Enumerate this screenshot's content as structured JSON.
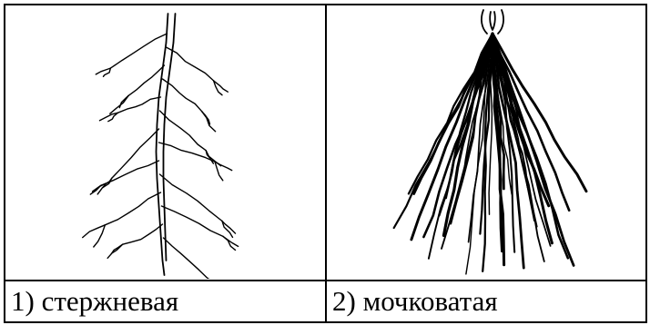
{
  "figure": {
    "panels": [
      {
        "label": "1) стержневая",
        "illustration": "taproot-system"
      },
      {
        "label": "2) мочковатая",
        "illustration": "fibrous-root-system"
      }
    ],
    "colors": {
      "border": "#000000",
      "ink": "#000000",
      "background": "#ffffff"
    }
  }
}
